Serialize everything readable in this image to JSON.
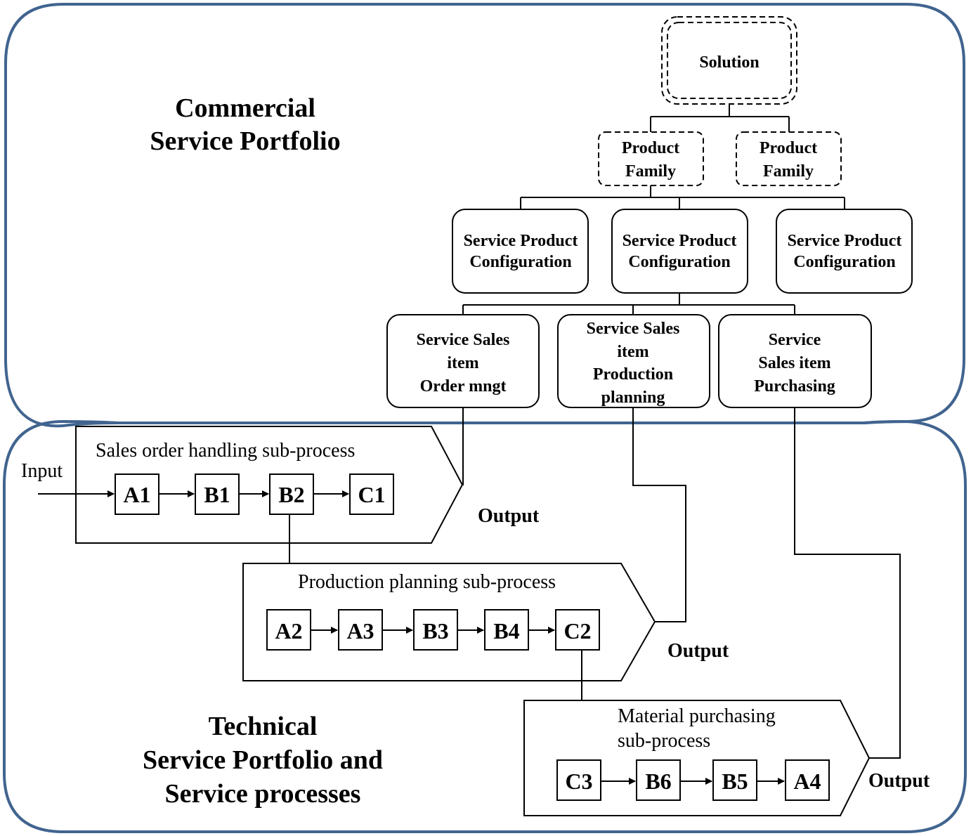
{
  "commercial": {
    "title_line1": "Commercial",
    "title_line2": "Service Portfolio"
  },
  "technical": {
    "title_line1": "Technical",
    "title_line2": "Service Portfolio and",
    "title_line3": "Service processes"
  },
  "solution": "Solution",
  "product_families": [
    {
      "line1": "Product",
      "line2": "Family"
    },
    {
      "line1": "Product",
      "line2": "Family"
    }
  ],
  "configs": [
    {
      "line1": "Service Product",
      "line2": "Configuration"
    },
    {
      "line1": "Service Product",
      "line2": "Configuration"
    },
    {
      "line1": "Service Product",
      "line2": "Configuration"
    }
  ],
  "sales_items": [
    {
      "lines": [
        "Service Sales",
        "item",
        "Order mngt"
      ]
    },
    {
      "lines": [
        "Service Sales",
        "item",
        "Production",
        "planning"
      ]
    },
    {
      "lines": [
        "Service",
        "Sales item",
        "Purchasing"
      ]
    }
  ],
  "processes": [
    {
      "title": "Sales order handling sub-process",
      "steps": [
        "A1",
        "B1",
        "B2",
        "C1"
      ],
      "output": "Output"
    },
    {
      "title": "Production planning sub-process",
      "steps": [
        "A2",
        "A3",
        "B3",
        "B4",
        "C2"
      ],
      "output": "Output"
    },
    {
      "title_line1": "Material purchasing",
      "title_line2": "sub-process",
      "steps": [
        "C3",
        "B6",
        "B5",
        "A4"
      ],
      "output": "Output"
    }
  ],
  "input_label": "Input"
}
